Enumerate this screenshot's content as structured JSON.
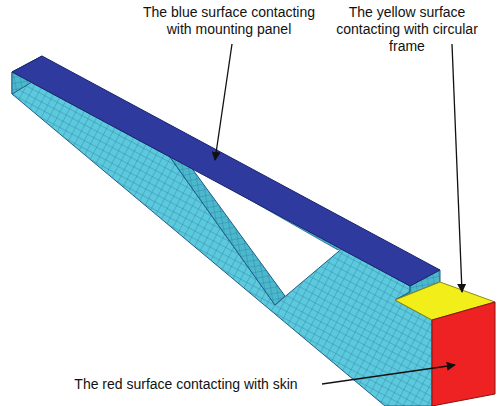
{
  "diagram": {
    "labels": [
      "The blue surface contacting with mounting panel",
      "The yellow surface contacting with circular frame",
      "The red surface contacting with skin"
    ]
  }
}
